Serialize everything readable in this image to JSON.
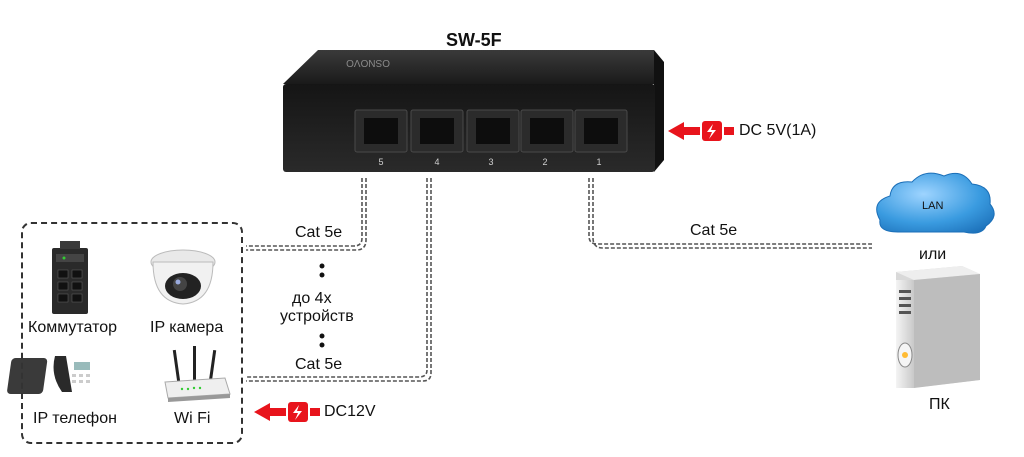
{
  "switch": {
    "model": "SW-5F",
    "brand": "OSNOVO",
    "ports": [
      "5",
      "4",
      "3",
      "2",
      "1"
    ]
  },
  "power": {
    "switch_power": "DC 5V(1A)",
    "device_power": "DC12V"
  },
  "cables": {
    "top_left": "Cat 5e",
    "bottom_left": "Cat 5e",
    "right": "Cat 5e"
  },
  "middle_note": {
    "line1": "до 4х",
    "line2": "устройств"
  },
  "devices": [
    {
      "label": "Коммутатор",
      "icon": "network-switch-icon"
    },
    {
      "label": "IP камера",
      "icon": "dome-camera-icon"
    },
    {
      "label": "IP телефон",
      "icon": "ip-phone-icon"
    },
    {
      "label": "Wi Fi",
      "icon": "wifi-router-icon"
    }
  ],
  "network": {
    "cloud_label": "LAN",
    "or_text": "или",
    "pc_label": "ПК"
  },
  "colors": {
    "power_arrow": "#e8141c",
    "cable": "#555555",
    "switch_body": "#1e1e1e",
    "cloud": "#2f8fd8"
  }
}
